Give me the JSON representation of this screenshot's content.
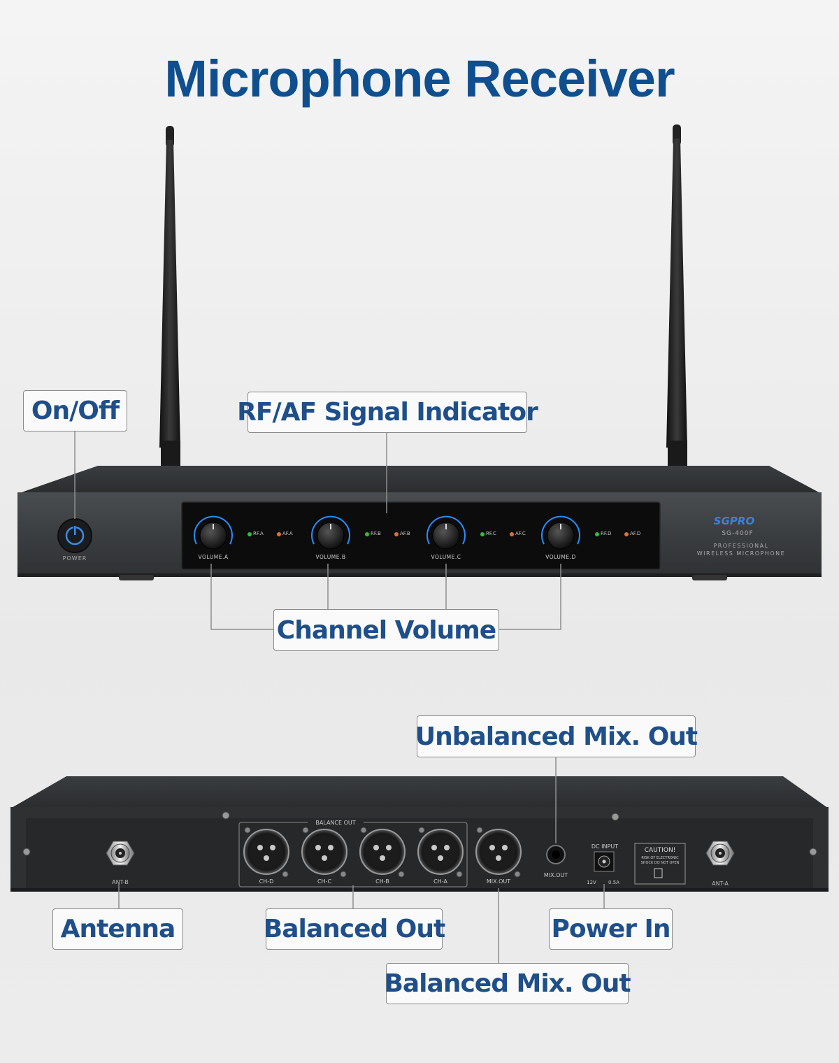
{
  "title": "Microphone Receiver",
  "callouts": {
    "on_off": "On/Off",
    "rf_af": "RF/AF Signal Indicator",
    "channel_volume": "Channel Volume",
    "unbalanced_mix": "Unbalanced Mix. Out",
    "antenna": "Antenna",
    "balanced_out": "Balanced Out",
    "power_in": "Power In",
    "balanced_mix": "Balanced Mix. Out"
  },
  "front": {
    "power_label": "POWER",
    "volume": [
      "VOLUME.A",
      "VOLUME.B",
      "VOLUME.C",
      "VOLUME.D"
    ],
    "rf": [
      "RF.A",
      "RF.B",
      "RF.C",
      "RF.D"
    ],
    "af": [
      "AF.A",
      "AF.B",
      "AF.C",
      "AF.D"
    ],
    "brand": "SGPRO",
    "model": "SG-400F",
    "line1": "PROFESSIONAL",
    "line2": "WIRELESS MICROPHONE"
  },
  "rear": {
    "ant_b": "ANT-B",
    "ant_a": "ANT-A",
    "balance_out": "BALANCE OUT",
    "ch": [
      "CH-D",
      "CH-C",
      "CH-B",
      "CH-A"
    ],
    "mix_out_xlr": "MIX.OUT",
    "mix_out_jack": "MIX.OUT",
    "dc_input": "DC INPUT",
    "dc_spec_v": "12V",
    "dc_spec_a": "0.5A",
    "caution": "CAUTION!",
    "caution_l1": "RISK OF ELECTRONIC",
    "caution_l2": "SHOCK DO NOT OPEN"
  },
  "colors": {
    "title": "#0f4f8f",
    "callout_text": "#1f4f8a",
    "rf_led": "#2fbf3a",
    "af_led": "#e0703a",
    "knob_ring": "#2a8cff"
  }
}
